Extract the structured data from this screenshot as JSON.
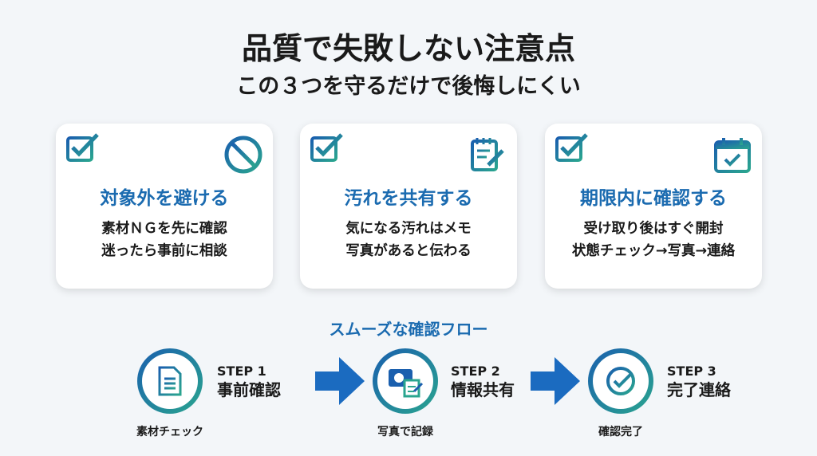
{
  "title": "品質で失敗しない注意点",
  "subtitle": "この３つを守るだけで後悔しにくい",
  "cards": [
    {
      "heading": "対象外を避ける",
      "line1": "素材ＮＧを先に確認",
      "line2": "迷ったら事前に相談",
      "icon": "prohibited-icon"
    },
    {
      "heading": "汚れを共有する",
      "line1": "気になる汚れはメモ",
      "line2": "写真があると伝わる",
      "icon": "memo-pencil-icon"
    },
    {
      "heading": "期限内に確認する",
      "line1": "受け取り後はすぐ開封",
      "line2": "状態チェック→写真→連絡",
      "icon": "calendar-check-icon"
    }
  ],
  "flow": {
    "title": "スムーズな確認フロー",
    "steps": [
      {
        "step": "STEP 1",
        "name": "事前確認",
        "caption": "素材チェック",
        "icon": "document-icon"
      },
      {
        "step": "STEP 2",
        "name": "情報共有",
        "caption": "写真で記録",
        "icon": "camera-memo-icon"
      },
      {
        "step": "STEP 3",
        "name": "完了連絡",
        "caption": "確認完了",
        "icon": "check-circle-icon"
      }
    ]
  },
  "colors": {
    "accent": "#1b6bb0",
    "teal": "#2aa58f",
    "background": "#f3f6f9"
  }
}
